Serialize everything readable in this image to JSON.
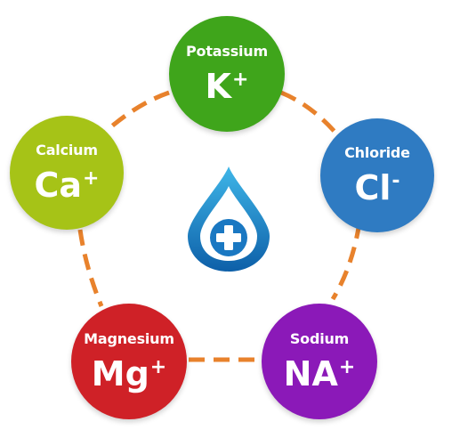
{
  "diagram": {
    "center_icon": "water-drop-plus-icon",
    "connector_color": "#e8822c",
    "nodes": [
      {
        "id": "potassium",
        "name": "Potassium",
        "symbol": "K",
        "charge": "+",
        "color": "#3fa51b"
      },
      {
        "id": "chloride",
        "name": "Chloride",
        "symbol": "Cl",
        "charge": "-",
        "color": "#2f7bc2"
      },
      {
        "id": "calcium",
        "name": "Calcium",
        "symbol": "Ca",
        "charge": "+",
        "color": "#a6c317"
      },
      {
        "id": "magnesium",
        "name": "Magnesium",
        "symbol": "Mg",
        "charge": "+",
        "color": "#cf2127"
      },
      {
        "id": "sodium",
        "name": "Sodium",
        "symbol": "NA",
        "charge": "+",
        "color": "#8b19b8"
      }
    ]
  }
}
